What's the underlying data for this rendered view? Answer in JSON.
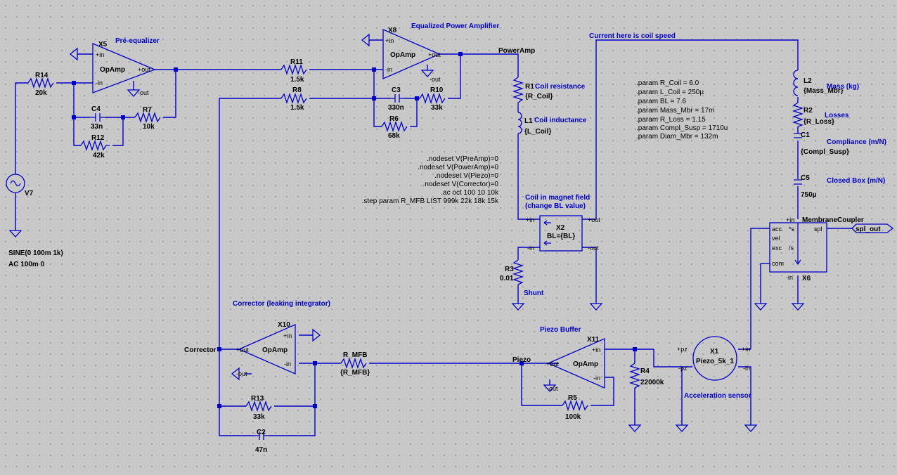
{
  "schematic": {
    "comments": {
      "pre_equalizer": "Pré-equalizer",
      "power_amp": "Equalized Power Amplifier",
      "coil_speed": "Current here is coil speed",
      "coil_resistance": "Coil resistance",
      "coil_inductance": "Coil inductance",
      "mass": "Mass (kg)",
      "losses": "Losses",
      "compliance": "Compliance (m/N)",
      "closed_box": "Closed Box (m/N)",
      "coil_field_1": "Coil in magnet field",
      "coil_field_2": "(change BL value)",
      "shunt": "Shunt",
      "corrector": "Corrector (leaking integrator)",
      "piezo_buffer": "Piezo Buffer",
      "accel_sensor": "Acceleration sensor"
    },
    "directives": {
      "params": [
        ".param R_Coil = 6.0",
        ".param L_Coil = 250µ",
        ".param BL = 7.6",
        ".param Mass_Mbr = 17m",
        ".param R_Loss = 1.15",
        ".param Compl_Susp = 1710u",
        ".param Diam_Mbr = 132m"
      ],
      "nodesets": [
        ".nodeset V(PreAmp)=0",
        ".nodeset V(PowerAmp)=0",
        ".nodeset V(Piezo)=0",
        ".nodeset V(Corrector)=0",
        ".ac oct 100 10 10k",
        ".step param R_MFB LIST 999k 22k 18k 15k"
      ]
    },
    "source": {
      "name": "V7",
      "line1": "SINE(0 100m 1k)",
      "line2": "AC 100m 0"
    },
    "nets": {
      "powerAmp": "PowerAmp",
      "corrector": "Corrector",
      "piezo": "Piezo",
      "spl_out": "spl_out"
    },
    "opamps": {
      "x5": {
        "name": "X5",
        "body": "OpAmp",
        "plus": "+in",
        "minus": "-in",
        "out": "+out",
        "nout": "-out"
      },
      "x8": {
        "name": "X8",
        "body": "OpAmp",
        "plus": "+in",
        "minus": "-in",
        "out": "+out",
        "nout": "-out"
      },
      "x10": {
        "name": "X10",
        "body": "OpAmp",
        "plus": "+in",
        "minus": "-in",
        "out": "+out",
        "nout": "-out"
      },
      "x11": {
        "name": "X11",
        "body": "OpAmp",
        "plus": "+in",
        "minus": "-in",
        "out": "+out",
        "nout": "-out"
      }
    },
    "components": {
      "r14": {
        "name": "R14",
        "value": "20k"
      },
      "r11": {
        "name": "R11",
        "value": "1.5k"
      },
      "r8": {
        "name": "R8",
        "value": "1.5k"
      },
      "c4": {
        "name": "C4",
        "value": "33n"
      },
      "r7": {
        "name": "R7",
        "value": "10k"
      },
      "r12": {
        "name": "R12",
        "value": "42k"
      },
      "c3": {
        "name": "C3",
        "value": "330n"
      },
      "r10": {
        "name": "R10",
        "value": "33k"
      },
      "r6": {
        "name": "R6",
        "value": "68k"
      },
      "r1": {
        "name": "R1",
        "value": "{R_Coil}"
      },
      "l1": {
        "name": "L1",
        "value": "{L_Coil}"
      },
      "l2": {
        "name": "L2",
        "value": "{Mass_Mbr}"
      },
      "r2": {
        "name": "R2",
        "value": "{R_Loss}"
      },
      "c1": {
        "name": "C1",
        "value": "{Compl_Susp}"
      },
      "c5": {
        "name": "C5",
        "value": "750µ"
      },
      "r3": {
        "name": "R3",
        "value": "0.01"
      },
      "r_mfb": {
        "name": "R_MFB",
        "value": "{R_MFB}"
      },
      "r13": {
        "name": "R13",
        "value": "33k"
      },
      "c2": {
        "name": "C2",
        "value": "47n"
      },
      "r5": {
        "name": "R5",
        "value": "100k"
      },
      "r4": {
        "name": "R4",
        "value": "22000k"
      }
    },
    "x2": {
      "name": "X2",
      "body": "BL={BL}",
      "in_p": "+in",
      "in_m": "-in",
      "out_p": "+out",
      "out_m": "-out"
    },
    "x6": {
      "name": "X6",
      "title": "MembraneCoupler",
      "in_p": "+in",
      "in_m": "-in",
      "acc": "acc",
      "vel": "vel",
      "exc": "exc",
      "com": "com",
      "s": "*s",
      "div_s": "/s",
      "spl": "spl"
    },
    "x1": {
      "name": "X1",
      "body": "Piezo_5k_1",
      "pz_p": "+pz",
      "pz_m": "-pz",
      "in_p": "+in",
      "in_m": "-in"
    }
  }
}
